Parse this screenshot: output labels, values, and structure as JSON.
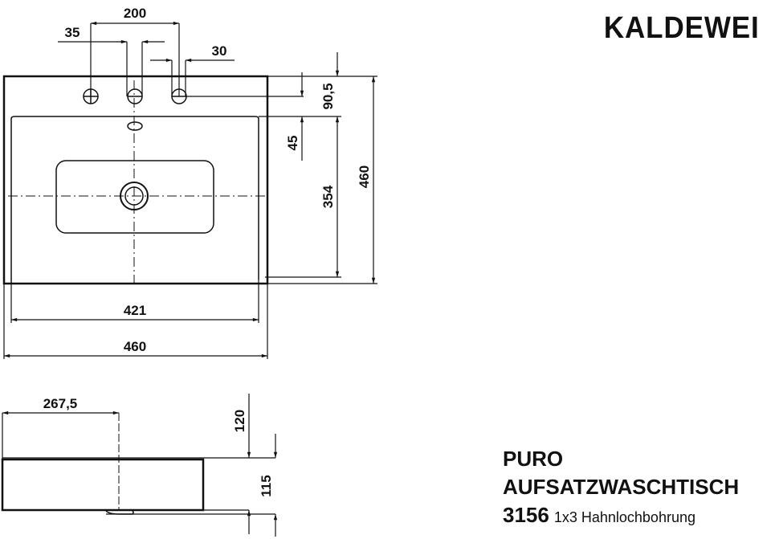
{
  "brand": "KALDEWEI",
  "product": {
    "series": "PURO",
    "type": "AUFSATZWASCHTISCH",
    "number": "3156",
    "description": "1x3 Hahnlochbohrung"
  },
  "dimensions": {
    "hole_spacing": "200",
    "hole_offset": "35",
    "hole_dia": "30",
    "hole_depth": "90,5",
    "overflow": "45",
    "inner_depth": "354",
    "outer_depth": "460",
    "inner_width": "421",
    "outer_width": "460",
    "side_offset": "267,5",
    "height_total": "120",
    "height_body": "115"
  }
}
